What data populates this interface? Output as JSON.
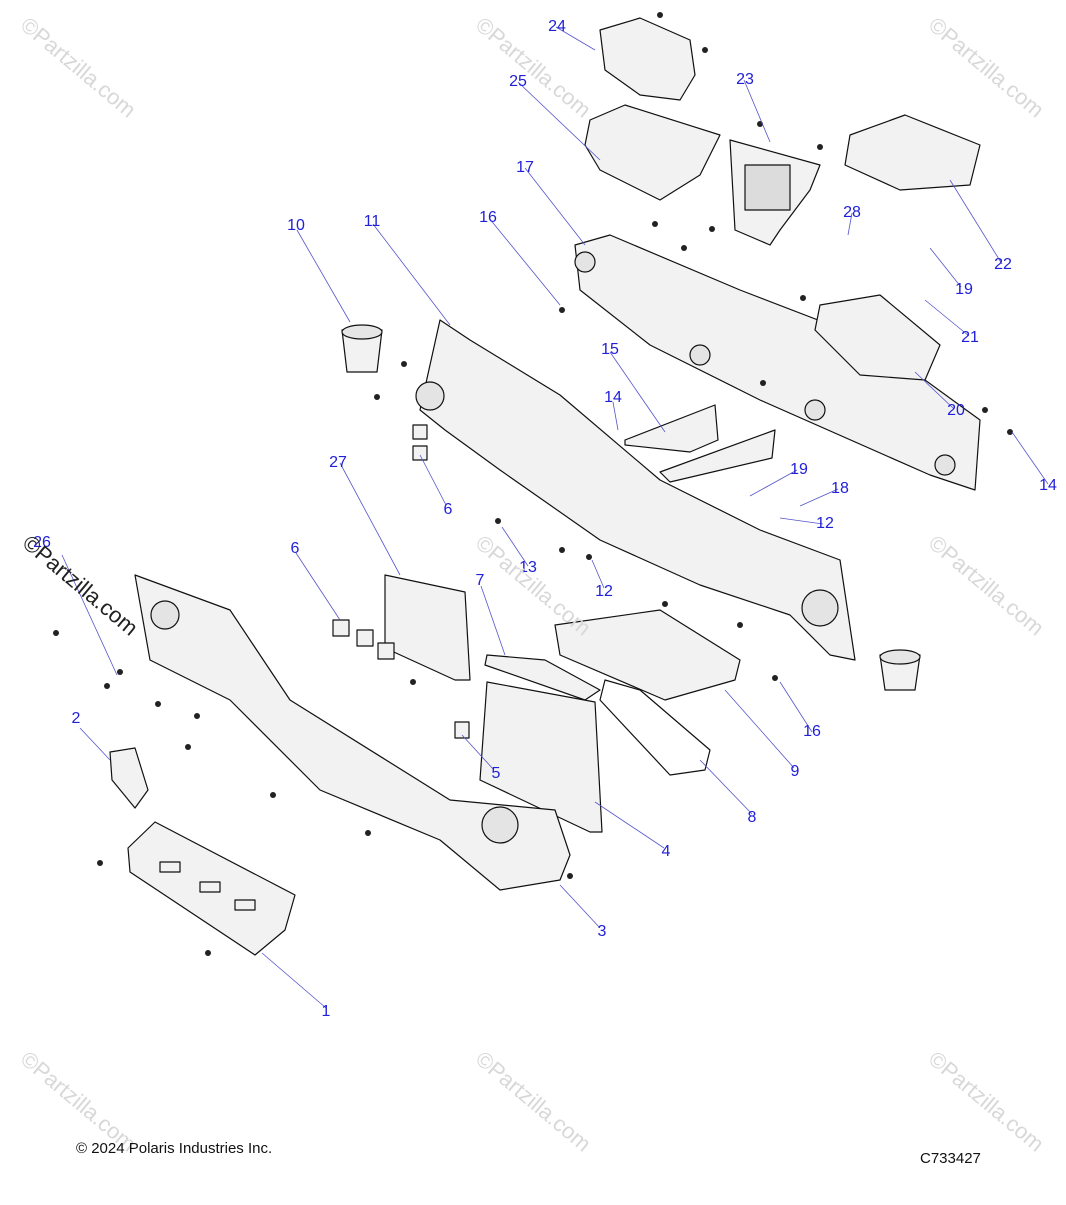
{
  "callouts": [
    "1",
    "2",
    "3",
    "4",
    "5",
    "6",
    "6",
    "7",
    "8",
    "9",
    "10",
    "11",
    "12",
    "12",
    "13",
    "14",
    "14",
    "15",
    "16",
    "16",
    "17",
    "18",
    "19",
    "19",
    "20",
    "21",
    "22",
    "23",
    "24",
    "25",
    "27",
    "28",
    "26"
  ],
  "footer": {
    "copyright": "© 2024 Polaris Industries Inc.",
    "diagram_code": "C733427"
  },
  "watermark": {
    "text": "©Partzilla.com"
  }
}
